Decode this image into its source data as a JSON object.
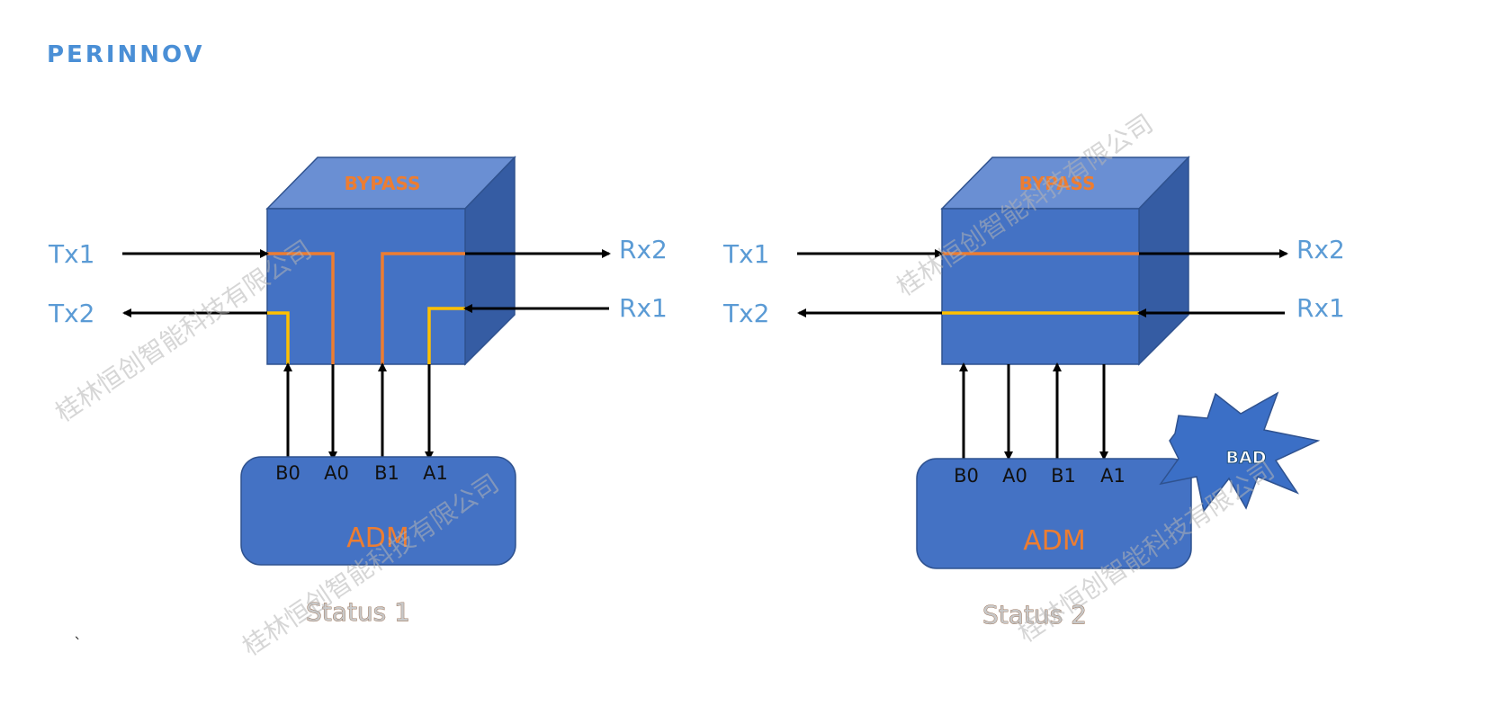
{
  "logo": {
    "text": "PERINNOV"
  },
  "colors": {
    "cube_front": "#4472c4",
    "cube_top": "#6a8fd3",
    "cube_side": "#355ca3",
    "path_orange": "#ed7d31",
    "path_yellow": "#ffc000",
    "label_blue": "#5b9bd5",
    "burst": "#3b6fc6"
  },
  "diagrams": [
    {
      "cube_label": "BYPASS",
      "ports": {
        "tx1": "Tx1",
        "tx2": "Tx2",
        "rx2": "Rx2",
        "rx1": "Rx1"
      },
      "adm": {
        "label": "ADM",
        "pins": [
          "B0",
          "A0",
          "B1",
          "A1"
        ]
      },
      "caption": "Status 1"
    },
    {
      "cube_label": "BYPASS",
      "ports": {
        "tx1": "Tx1",
        "tx2": "Tx2",
        "rx2": "Rx2",
        "rx1": "Rx1"
      },
      "adm": {
        "label": "ADM",
        "pins": [
          "B0",
          "A0",
          "B1",
          "A1"
        ]
      },
      "caption": "Status 2",
      "fault_badge": "BAD"
    }
  ],
  "watermark": "桂林恒创智能科技有限公司",
  "stray_mark": "`"
}
